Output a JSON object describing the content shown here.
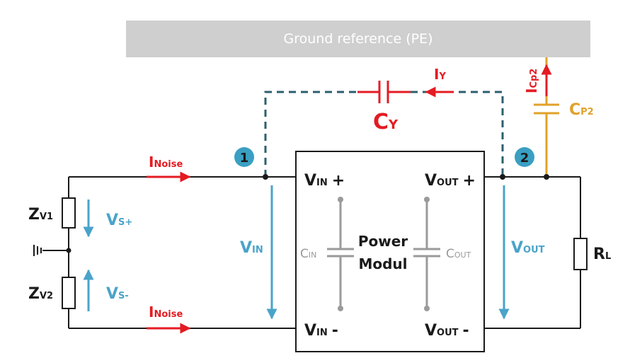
{
  "ground_bar": {
    "label": "Ground reference (PE)"
  },
  "nodes": {
    "node1": "1",
    "node2": "2"
  },
  "labels": {
    "i_noise_top_main": "I",
    "i_noise_top_sub": "Noise",
    "i_noise_bot_main": "I",
    "i_noise_bot_sub": "Noise",
    "iy_main": "I",
    "iy_sub": "Y",
    "cy_main": "C",
    "cy_sub": "Y",
    "icp2_main": "I",
    "icp2_sub": "Cp2",
    "cp2_main": "C",
    "cp2_sub": "P2",
    "zv1_main": "Z",
    "zv1_sub": "V1",
    "zv2_main": "Z",
    "zv2_sub": "V2",
    "vs_plus_main": "V",
    "vs_plus_sub": "S+",
    "vs_minus_main": "V",
    "vs_minus_sub": "S-",
    "vin_main": "V",
    "vin_sub": "IN",
    "vout_main": "V",
    "vout_sub": "OUT",
    "vin_plus_main": "V",
    "vin_plus_sub": "IN",
    "vin_plus_sign": "+",
    "vin_minus_main": "V",
    "vin_minus_sub": "IN",
    "vin_minus_sign": "-",
    "vout_plus_main": "V",
    "vout_plus_sub": "OUT",
    "vout_plus_sign": "+",
    "vout_minus_main": "V",
    "vout_minus_sub": "OUT",
    "vout_minus_sign": "-",
    "cin_main": "C",
    "cin_sub": "IN",
    "cout_main": "C",
    "cout_sub": "OUT",
    "module_line1": "Power",
    "module_line2": "Modul",
    "rl_main": "R",
    "rl_sub": "L"
  },
  "colors": {
    "wire": "#1a1a1a",
    "noise": "#e41b23",
    "voltage": "#4aa3c9",
    "parasitic": "#e1a12b",
    "internal": "#9a9a9a",
    "ground_bar": "#cfcfcf",
    "dashed": "#2b5f6e",
    "node_badge": "#3a9fc3"
  }
}
